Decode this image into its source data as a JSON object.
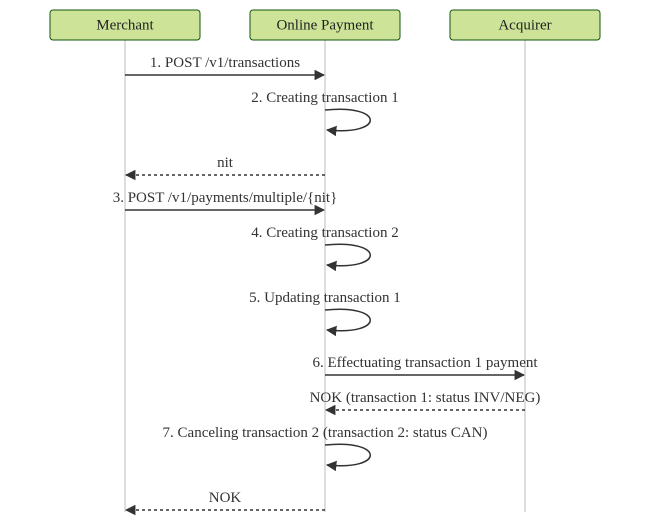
{
  "diagram": {
    "type": "sequence",
    "colors": {
      "actor_fill": "#cde498",
      "actor_border": "#13540c",
      "line": "#333333",
      "lifeline": "#dddddd"
    },
    "actors": [
      {
        "id": "merchant",
        "label": "Merchant"
      },
      {
        "id": "online",
        "label": "Online Payment"
      },
      {
        "id": "acquirer",
        "label": "Acquirer"
      }
    ],
    "messages": [
      {
        "from": "merchant",
        "to": "online",
        "label": "1. POST /v1/transactions",
        "style": "solid"
      },
      {
        "from": "online",
        "to": "online",
        "label": "2. Creating transaction 1",
        "style": "solid"
      },
      {
        "from": "online",
        "to": "merchant",
        "label": "nit",
        "style": "dashed"
      },
      {
        "from": "merchant",
        "to": "online",
        "label": "3. POST /v1/payments/multiple/{nit}",
        "style": "solid"
      },
      {
        "from": "online",
        "to": "online",
        "label": "4. Creating transaction 2",
        "style": "solid"
      },
      {
        "from": "online",
        "to": "online",
        "label": "5. Updating transaction 1",
        "style": "solid"
      },
      {
        "from": "online",
        "to": "acquirer",
        "label": "6. Effectuating transaction 1 payment",
        "style": "solid"
      },
      {
        "from": "acquirer",
        "to": "online",
        "label": "NOK (transaction 1: status INV/NEG)",
        "style": "dashed"
      },
      {
        "from": "online",
        "to": "online",
        "label": "7. Canceling transaction 2 (transaction 2: status CAN)",
        "style": "solid"
      },
      {
        "from": "online",
        "to": "merchant",
        "label": "NOK",
        "style": "dashed"
      }
    ]
  }
}
